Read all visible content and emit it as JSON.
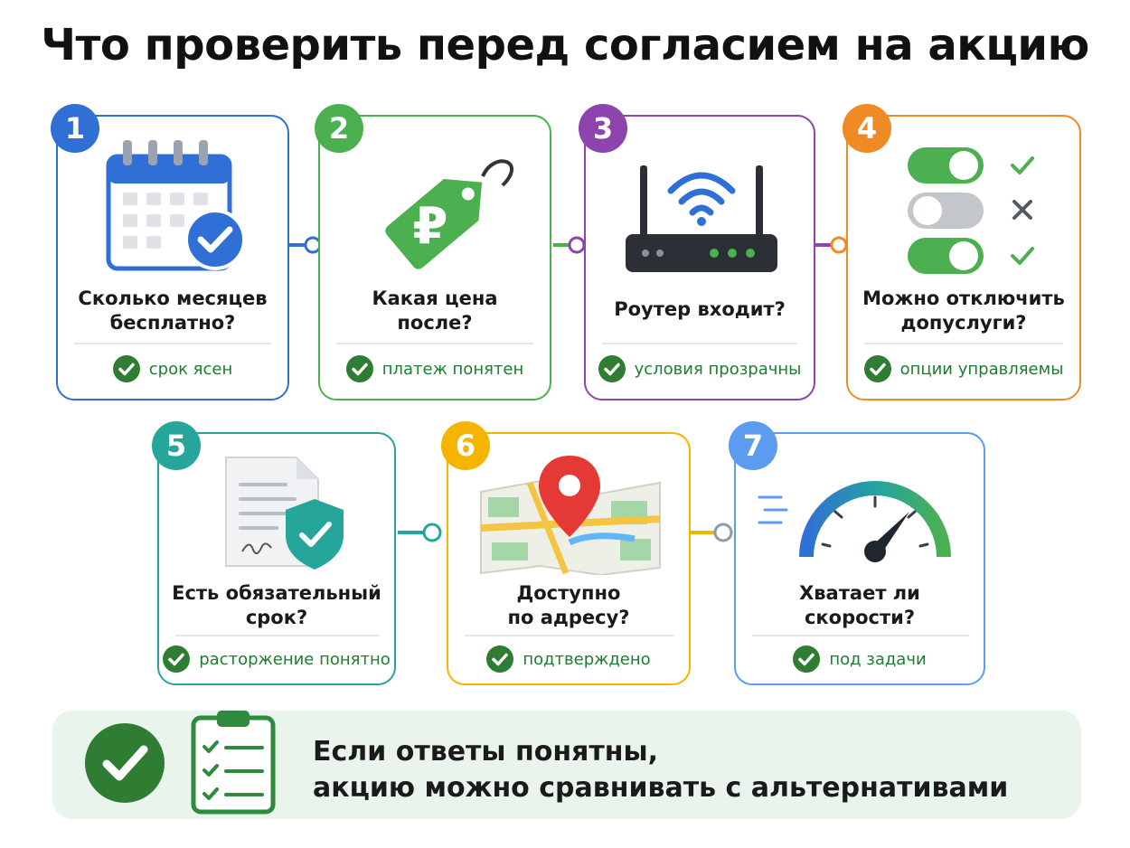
{
  "title": "Что проверить перед согласием на акцию",
  "colors": {
    "blue": "#2f6fd6",
    "green": "#4caf50",
    "purple": "#8e44ad",
    "orange": "#f08a24",
    "teal": "#26a69a",
    "yellow": "#f4b400",
    "lightblue": "#5b9bf0",
    "check_green": "#2e7d32",
    "banner_bg": "#e8f4ec"
  },
  "cards": [
    {
      "number": "1",
      "question": "Сколько месяцев\nбесплатно?",
      "result": "срок ясен",
      "icon": "calendar-check-icon"
    },
    {
      "number": "2",
      "question": "Какая цена\nпосле?",
      "result": "платеж понятен",
      "icon": "ruble-price-tag-icon"
    },
    {
      "number": "3",
      "question": "Роутер входит?",
      "result": "условия прозрачны",
      "icon": "wifi-router-icon"
    },
    {
      "number": "4",
      "question": "Можно отключить\nдопуслуги?",
      "result": "опции управляемы",
      "icon": "toggle-switches-icon"
    },
    {
      "number": "5",
      "question": "Есть обязательный\nсрок?",
      "result": "расторжение понятно",
      "icon": "contract-shield-icon"
    },
    {
      "number": "6",
      "question": "Доступно\nпо адресу?",
      "result": "подтверждено",
      "icon": "map-pin-icon"
    },
    {
      "number": "7",
      "question": "Хватает ли\nскорости?",
      "result": "под задачи",
      "icon": "speedometer-icon"
    }
  ],
  "banner": {
    "line1": "Если ответы понятны,",
    "line2": "акцию можно сравнивать с альтернативами",
    "icons": [
      "check-circle-icon",
      "clipboard-checklist-icon"
    ]
  }
}
